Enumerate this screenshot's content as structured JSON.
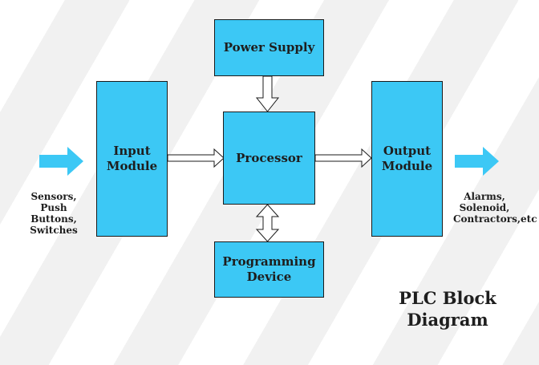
{
  "colors": {
    "block": "#3cc8f5",
    "arrow_outline": "#1b1b1b",
    "arrow_fill": "#ffffff",
    "flow_arrow": "#3cc8f5"
  },
  "blocks": {
    "power_supply": "Power Supply",
    "input_module": "Input\nModule",
    "processor": "Processor",
    "output_module": "Output\nModule",
    "programming_device": "Programming\nDevice"
  },
  "labels": {
    "inputs": "Sensors,\nPush\nButtons,\nSwitches",
    "outputs": "Alarms,\nSolenoid,\nContractors,etc"
  },
  "caption": "PLC Block\nDiagram"
}
